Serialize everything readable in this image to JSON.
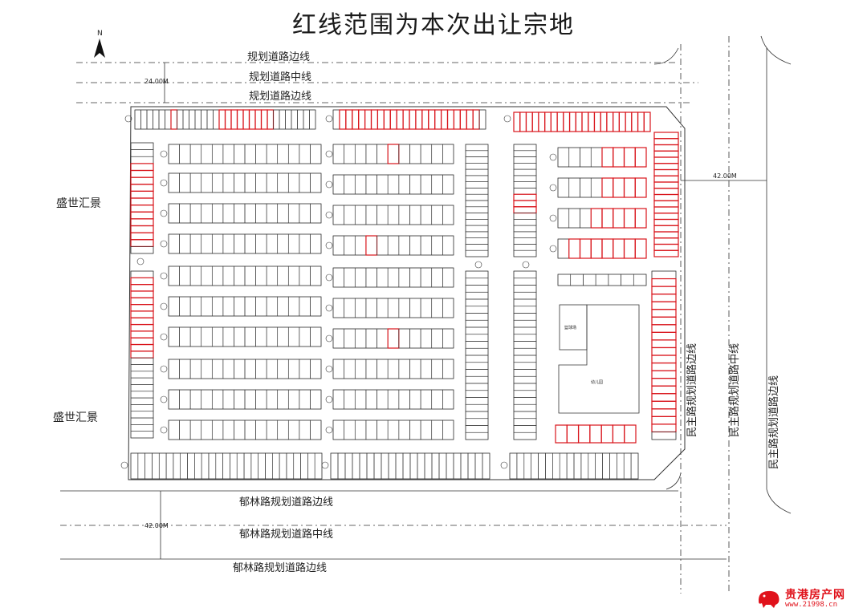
{
  "title": "红线范围为本次出让宗地",
  "north_label": "N",
  "roads": {
    "north_edge_1": "规划道路边线",
    "north_center": "规划道路中线",
    "north_edge_2": "规划道路边线",
    "north_width": "24.00M",
    "east_edge_1": "民主路规划道路边线",
    "east_center": "民主路规划道路中线",
    "east_edge_2": "民主路规划道路边线",
    "east_width": "42.00M",
    "south_edge_1": "郁林路规划道路边线",
    "south_center": "郁林路规划道路中线",
    "south_edge_2": "郁林路规划道路边线",
    "south_width": "42.00M"
  },
  "neighbors": {
    "west_upper": "盛世汇景",
    "west_lower": "盛世汇景"
  },
  "facilities": {
    "court": "篮球场",
    "kindergarten": "幼儿园"
  },
  "watermark": {
    "name": "贵港房产网",
    "url": "www.21998.cn"
  },
  "colors": {
    "line": "#333333",
    "red_parcel": "#d9141b",
    "road_dash": "#555555"
  }
}
